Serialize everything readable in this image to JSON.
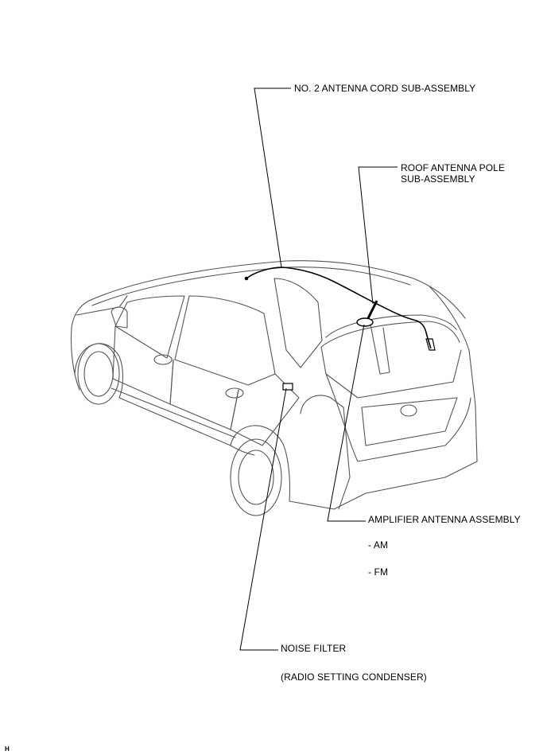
{
  "labels": {
    "antenna_cord": "NO. 2 ANTENNA CORD SUB-ASSEMBLY",
    "roof_pole_line1": "ROOF ANTENNA POLE",
    "roof_pole_line2": "SUB-ASSEMBLY",
    "amplifier": "AMPLIFIER ANTENNA ASSEMBLY",
    "amp_am": "- AM",
    "amp_fm": "- FM",
    "noise_filter": "NOISE FILTER",
    "noise_filter_sub": "(RADIO SETTING CONDENSER)"
  },
  "corner_mark": "H",
  "colors": {
    "line": "#000000",
    "outline": "#444444",
    "background": "#ffffff"
  }
}
